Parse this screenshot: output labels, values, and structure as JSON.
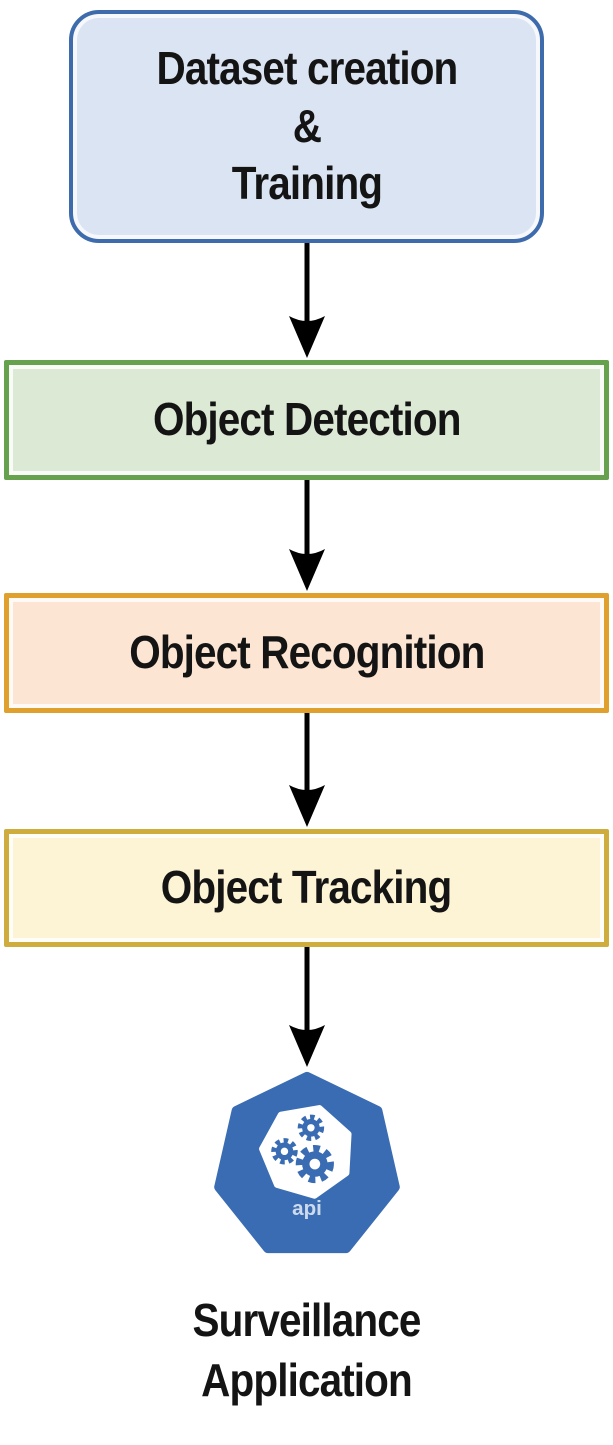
{
  "flow": {
    "nodes": [
      {
        "id": "dataset-training",
        "label": "Dataset creation\n&\nTraining",
        "fill": "#dbe4f2",
        "border": "#3d6bab",
        "shape": "rounded"
      },
      {
        "id": "object-detection",
        "label": "Object Detection",
        "fill": "#dcead5",
        "border": "#66a14e",
        "shape": "rect"
      },
      {
        "id": "object-recognition",
        "label": "Object Recognition",
        "fill": "#fce5d2",
        "border": "#dfa02e",
        "shape": "rect"
      },
      {
        "id": "object-tracking",
        "label": "Object Tracking",
        "fill": "#fdf4d6",
        "border": "#ceac3d",
        "shape": "rect"
      }
    ],
    "arrow_color": "#000000",
    "icon": {
      "name": "kubernetes-api-icon",
      "label": "api",
      "color": "#3a6cb4"
    },
    "caption": "Surveillance\nApplication",
    "text_color": "#141414"
  }
}
